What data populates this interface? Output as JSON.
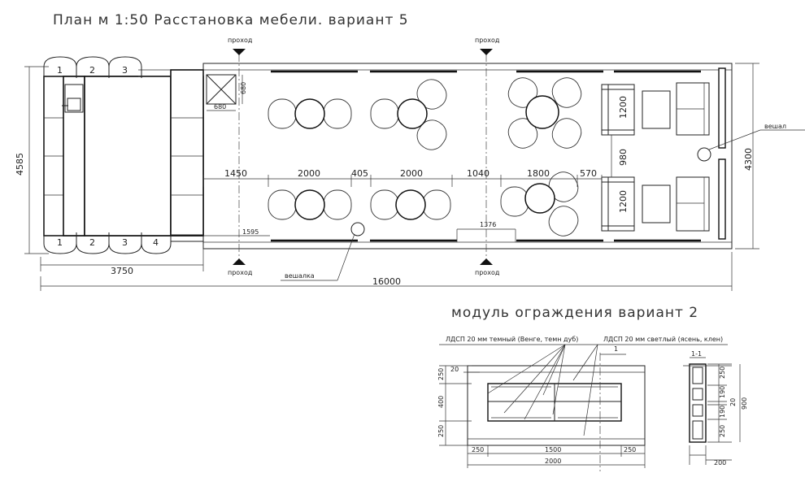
{
  "title": "План м 1:50 Расстановка мебели. вариант 5",
  "labels": {
    "pass": "проход",
    "hanger": "вешалка",
    "hanger_right": "вешал",
    "module_title": "модуль ограждения вариант 2",
    "ldsp_dark": "ЛДСП 20 мм темный (Венге, темн дуб)",
    "ldsp_light": "ЛДСП 20 мм светлый (ясень, клен)",
    "section": "1-1",
    "section_mark": "1"
  },
  "seats_top": [
    "1",
    "2",
    "3"
  ],
  "seats_bottom": [
    "1",
    "2",
    "3",
    "4"
  ],
  "dims": {
    "total_length": "16000",
    "left_block": "3750",
    "left_height": "4585",
    "right_height": "4300",
    "row": [
      "1450",
      "2000",
      "405",
      "2000",
      "1040",
      "1800",
      "570"
    ],
    "sofa_top": "1200",
    "sofa_gap": "980",
    "sofa_bottom": "1200",
    "box_w": "680",
    "box_h": "680",
    "small_a": "1595",
    "small_b": "1376",
    "m_left": "250",
    "m_mid": "1500",
    "m_right": "250",
    "m_total": "2000",
    "m_h_top": "250",
    "m_h_mid": "400",
    "m_h_bot": "250",
    "m_t": "20",
    "s_250a": "250",
    "s_190a": "190",
    "s_20": "20",
    "s_190b": "190",
    "s_250b": "250",
    "s_900": "900",
    "s_200": "200"
  }
}
